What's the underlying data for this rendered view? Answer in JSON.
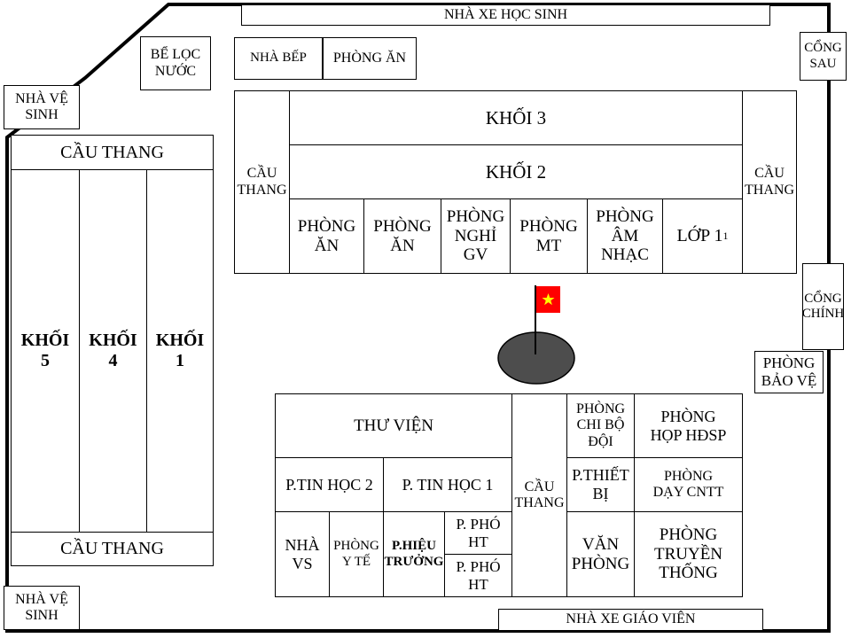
{
  "labels": {
    "nha_xe_hoc_sinh": "NHÀ XE HỌC SINH",
    "be_loc_nuoc": "BỂ LỌC\nNƯỚC",
    "nha_bep": "NHÀ BẾP",
    "phong_an_top": "PHÒNG ĂN",
    "cong_sau": "CỔNG\nSAU",
    "nha_ve_sinh_top": "NHÀ VỆ\nSINH",
    "cau_thang_left_top": "CẦU THANG",
    "cau_thang_left_bottom": "CẦU THANG",
    "khoi_5": "KHỐI\n5",
    "khoi_4": "KHỐI\n4",
    "khoi_1": "KHỐI\n1",
    "cau_thang_main_left": "CẦU\nTHANG",
    "cau_thang_main_right": "CẦU\nTHANG",
    "khoi_3": "KHỐI 3",
    "khoi_2": "KHỐI 2",
    "phong_an_1": "PHÒNG\nĂN",
    "phong_an_2": "PHÒNG\nĂN",
    "phong_nghi_gv": "PHÒNG\nNGHỈ\nGV",
    "phong_mt": "PHÒNG\nMT",
    "phong_am_nhac": "PHÒNG\nÂM\nNHẠC",
    "lop_1": "LỚP 1",
    "lop_1_sup": "1",
    "cong_chinh": "CỔNG\nCHÍNH",
    "phong_bao_ve": "PHÒNG\nBẢO VỆ",
    "thu_vien": "THƯ VIỆN",
    "p_tin_hoc_2": "P.TIN HỌC 2",
    "p_tin_hoc_1": "P. TIN HỌC 1",
    "nha_vs": "NHÀ\nVS",
    "phong_y_te": "PHÒNG\nY TẾ",
    "p_hieu_truong": "P.HIỆU\nTRƯỞNG",
    "p_pho_ht_1": "P. PHÓ\nHT",
    "p_pho_ht_2": "P. PHÓ\nHT",
    "cau_thang_lib": "CẦU\nTHANG",
    "phong_chi_bo_doi": "PHÒNG\nCHI BỘ\nĐỘI",
    "phong_hop_hdsp": "PHÒNG\nHỌP HĐSP",
    "p_thiet_bi": "P.THIẾT\nBỊ",
    "phong_day_cntt": "PHÒNG\nDẠY CNTT",
    "van_phong": "VĂN\nPHÒNG",
    "phong_truyen_thong": "PHÒNG\nTRUYỀN\nTHỐNG",
    "nha_ve_sinh_bottom": "NHÀ VỆ\nSINH",
    "nha_xe_giao_vien": "NHÀ XE GIÁO VIÊN"
  },
  "colors": {
    "flag_red": "#ff0000",
    "flag_star": "#ffff00",
    "pond_fill": "#4d4d4d",
    "line": "#000000",
    "background": "#ffffff"
  }
}
